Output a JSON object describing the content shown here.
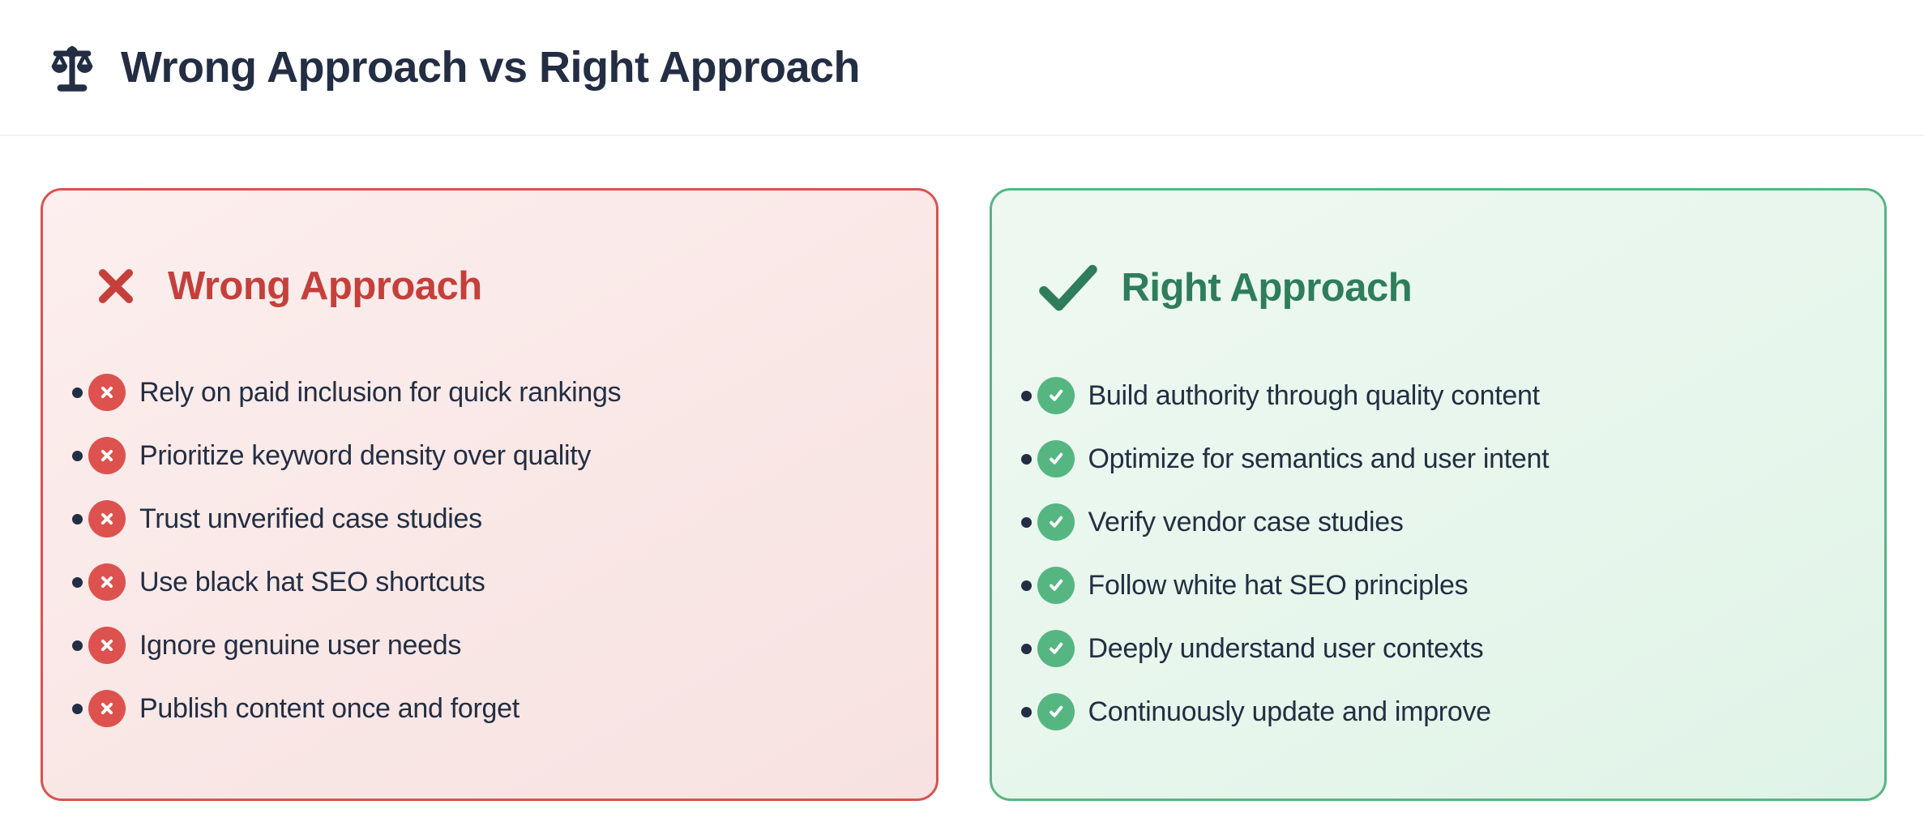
{
  "header": {
    "title": "Wrong Approach vs Right Approach",
    "icon": "balance-scale-icon"
  },
  "colors": {
    "heading_text": "#232e44",
    "body_text": "#232e42",
    "divider": "#edf1f5",
    "wrong_border": "#d9534f",
    "wrong_title": "#c5403b",
    "wrong_icon_bg": "#dd524e",
    "wrong_bg_start": "#fcefee",
    "wrong_bg_end": "#f7e2e1",
    "right_border": "#57b583",
    "right_title": "#2e7d5b",
    "right_icon_bg": "#55b681",
    "right_bg_start": "#eef8f1",
    "right_bg_end": "#e0f3e7"
  },
  "cards": {
    "wrong": {
      "title": "Wrong Approach",
      "title_icon": "x-mark-icon",
      "item_icon": "x-circle-icon",
      "items": [
        "Rely on paid inclusion for quick rankings",
        "Prioritize keyword density over quality",
        "Trust unverified case studies",
        "Use black hat SEO shortcuts",
        "Ignore genuine user needs",
        "Publish content once and forget"
      ]
    },
    "right": {
      "title": "Right Approach",
      "title_icon": "check-mark-icon",
      "item_icon": "check-circle-icon",
      "items": [
        "Build authority through quality content",
        "Optimize for semantics and user intent",
        "Verify vendor case studies",
        "Follow white hat SEO principles",
        "Deeply understand user contexts",
        "Continuously update and improve"
      ]
    }
  }
}
